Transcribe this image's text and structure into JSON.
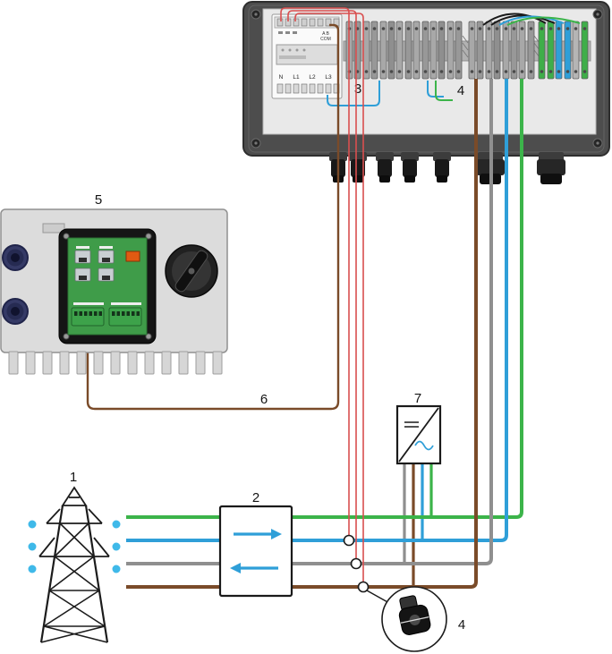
{
  "diagram": {
    "callouts": {
      "grid": "1",
      "metering_device": "2",
      "energy_meter": "3",
      "terminal_blocks": "4",
      "inverter": "5",
      "comm_cable": "6",
      "pv_inverter": "7",
      "current_transformer": "4"
    },
    "energy_meter": {
      "rs485_labels": "A B",
      "com_label": "COM",
      "bottom_terminals": [
        "N",
        "L1",
        "L2",
        "L3"
      ]
    },
    "wire_colors": {
      "pe_green": "#3cb44a",
      "neutral_blue": "#2f9fd8",
      "phase_gray": "#8f8f8f",
      "phase_brown": "#7a4b29",
      "ct_signal_red": "#d94f4f",
      "insulator_dot_cyan": "#3fb9e9"
    }
  }
}
